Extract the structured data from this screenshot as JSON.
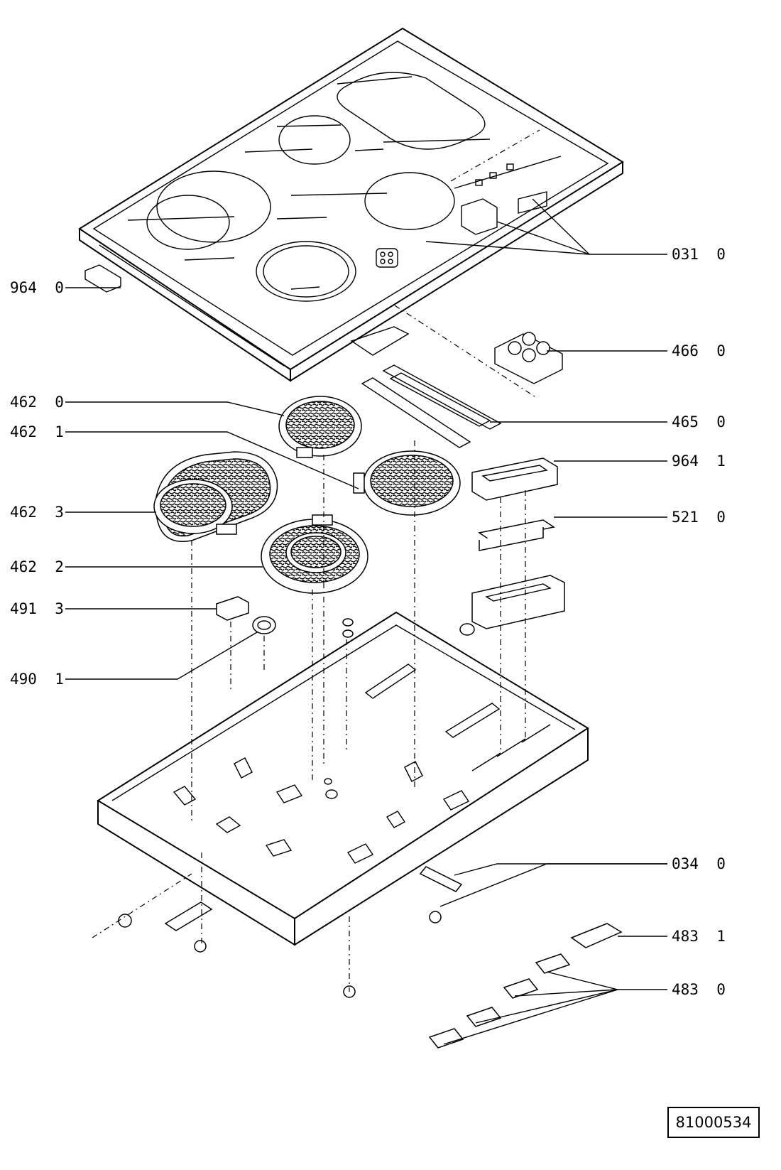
{
  "labels_left": [
    {
      "id": "964-0",
      "text": "964  0"
    },
    {
      "id": "462-0",
      "text": "462  0"
    },
    {
      "id": "462-1",
      "text": "462  1"
    },
    {
      "id": "462-3",
      "text": "462  3"
    },
    {
      "id": "462-2",
      "text": "462  2"
    },
    {
      "id": "491-3",
      "text": "491  3"
    },
    {
      "id": "490-1",
      "text": "490  1"
    }
  ],
  "labels_right": [
    {
      "id": "031-0",
      "text": "031  0"
    },
    {
      "id": "466-0",
      "text": "466  0"
    },
    {
      "id": "465-0",
      "text": "465  0"
    },
    {
      "id": "964-1",
      "text": "964  1"
    },
    {
      "id": "521-0",
      "text": "521  0"
    },
    {
      "id": "034-0",
      "text": "034  0"
    },
    {
      "id": "483-1",
      "text": "483  1"
    },
    {
      "id": "483-0",
      "text": "483  0"
    }
  ],
  "document_number": "81000534"
}
